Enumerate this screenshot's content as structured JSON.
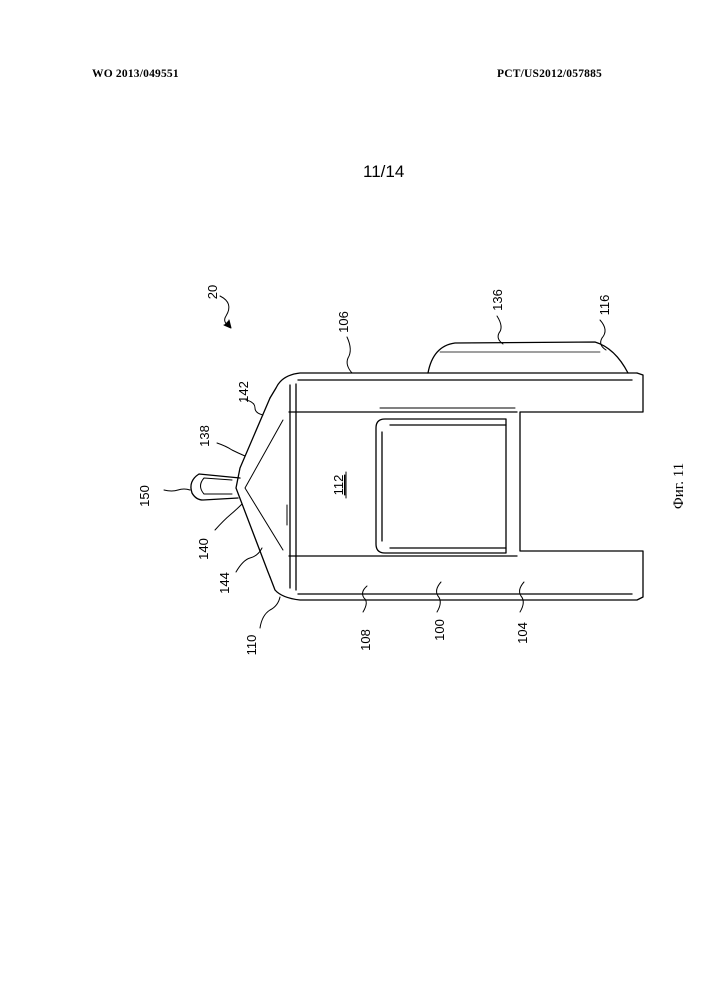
{
  "header": {
    "publication_number": "WO 2013/049551",
    "application_number": "PCT/US2012/057885"
  },
  "sheet": {
    "label": "11/14"
  },
  "figure": {
    "caption": "Фиг. 11",
    "reference_numerals": {
      "r20": "20",
      "r106": "106",
      "r136": "136",
      "r116": "116",
      "r142": "142",
      "r138": "138",
      "r150": "150",
      "r140": "140",
      "r144": "144",
      "r110": "110",
      "r108": "108",
      "r100": "100",
      "r104": "104",
      "r112": "112"
    }
  }
}
